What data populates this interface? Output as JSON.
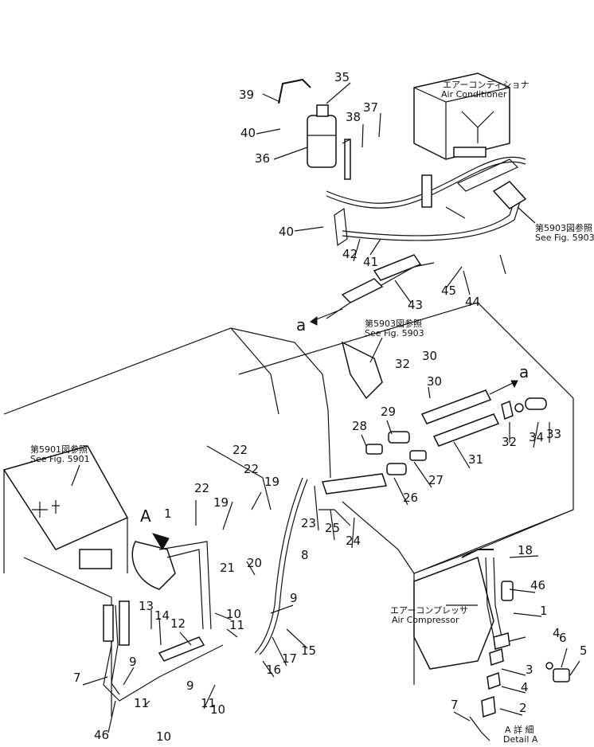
{
  "diagram": {
    "callouts": [
      "1",
      "2",
      "3",
      "4",
      "5",
      "6",
      "7",
      "8",
      "9",
      "10",
      "11",
      "12",
      "13",
      "14",
      "15",
      "16",
      "17",
      "18",
      "19",
      "20",
      "21",
      "22",
      "23",
      "24",
      "25",
      "26",
      "27",
      "28",
      "29",
      "30",
      "31",
      "32",
      "33",
      "34",
      "35",
      "36",
      "37",
      "38",
      "39",
      "40",
      "41",
      "42",
      "43",
      "44",
      "45",
      "46"
    ],
    "labels": {
      "air_conditioner_jp": "エアーコンディショナ",
      "air_conditioner_en": "Air Conditioner",
      "ref_5903_jp_a": "第5903図参照",
      "ref_5903_en_a": "See Fig. 5903",
      "ref_5903_jp_b": "第5903図参照",
      "ref_5903_en_b": "See Fig. 5903",
      "ref_5901_jp": "第5901図参照",
      "ref_5901_en": "See Fig. 5901",
      "air_compressor_jp": "エアーコンプレッサ",
      "air_compressor_en": "Air Compressor",
      "detail_jp": "A 詳 細",
      "detail_en": "Detail A",
      "arrow_a_upper": "a",
      "arrow_a_lower": "a",
      "view_A": "A"
    }
  }
}
